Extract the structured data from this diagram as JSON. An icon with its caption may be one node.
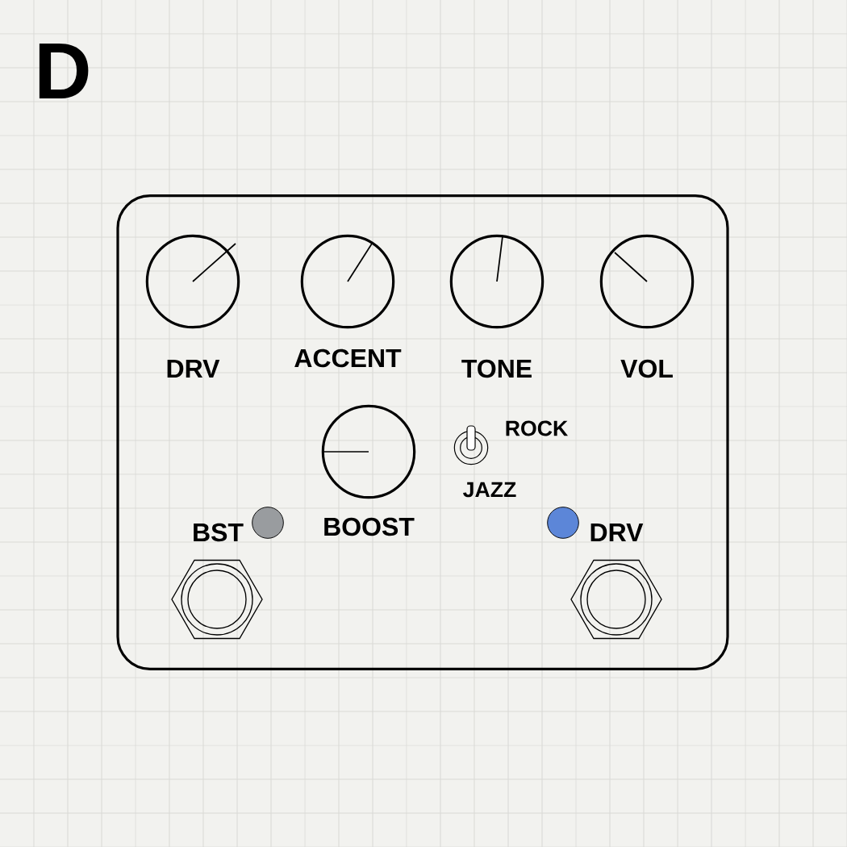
{
  "diagram": {
    "nodes": [
      {
        "text": [],
        "shape": "box"
      },
      {
        "text": [
          "DRV"
        ],
        "in": 0
      },
      {
        "text": [
          "ACCENT"
        ],
        "in": 0
      },
      {
        "text": [
          "TONE"
        ],
        "in": 0
      },
      {
        "text": [
          "VOL"
        ],
        "in": 0
      },
      {
        "text": [
          "BOOST"
        ],
        "in": 0
      },
      {
        "text": [
          "ROCK",
          "JAZZ"
        ],
        "in": 0
      },
      {
        "text": [
          "BST"
        ],
        "in": 0
      },
      {
        "text": [
          "DRV"
        ],
        "in": 0
      },
      {
        "text": [],
        "shape": "hexagon",
        "in": 0
      },
      {
        "text": [],
        "shape": "hexagon",
        "in": 0
      }
    ],
    "labels": [
      "D"
    ]
  }
}
